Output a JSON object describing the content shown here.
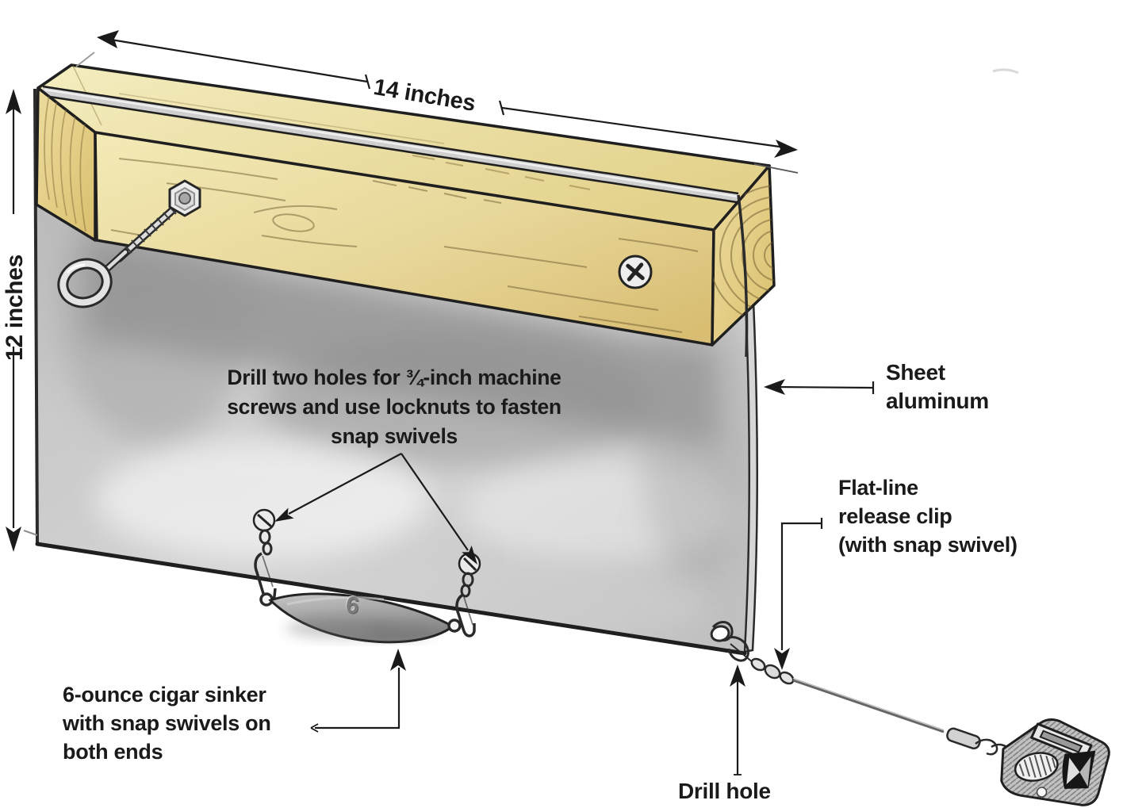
{
  "figure": {
    "dimension_width": "14 inches",
    "dimension_height": "12 inches",
    "instruction": [
      "Drill two holes for ¾-inch machine",
      "screws and use locknuts to fasten",
      "snap swivels"
    ],
    "sheet_label": [
      "Sheet",
      "aluminum"
    ],
    "release_clip_label": [
      "Flat-line",
      "release clip",
      "(with snap swivel)"
    ],
    "sinker_label": [
      "6-ounce cigar sinker",
      "with snap swivels on",
      "both ends"
    ],
    "drill_hole_label": "Drill hole",
    "sinker_weight": "6"
  },
  "colors": {
    "background": "#ffffff",
    "text": "#1a1a1a",
    "line": "#1a1a1a",
    "wood_light": "#f3eab6",
    "wood_mid": "#e6d494",
    "wood_dark": "#d8bd72",
    "sheet_light": "#d6d6d6",
    "sheet_shadow": "#8f8f8f",
    "metal": "#e0e0e0"
  }
}
